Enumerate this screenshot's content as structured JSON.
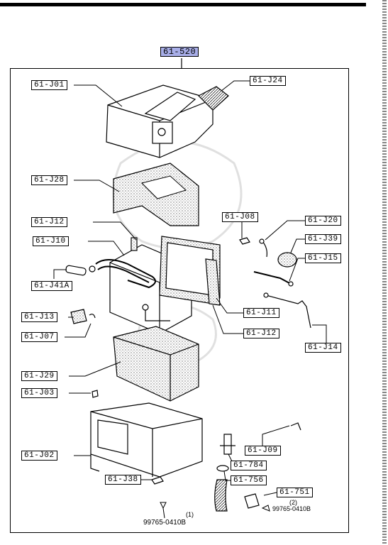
{
  "title_label": "61-520",
  "labels": {
    "j01": "61-J01",
    "j24": "61-J24",
    "j28": "61-J28",
    "j12a": "61-J12",
    "j10": "61-J10",
    "j41a": "61-J41A",
    "j13": "61-J13",
    "j07": "61-J07",
    "j08": "61-J08",
    "j20": "61-J20",
    "j39": "61-J39",
    "j15": "61-J15",
    "j11": "61-J11",
    "j12b": "61-J12",
    "j14": "61-J14",
    "j29": "61-J29",
    "j03": "61-J03",
    "j02": "61-J02",
    "j09": "61-J09",
    "p784": "61-784",
    "p756": "61-756",
    "p751": "61-751",
    "j38": "61-J38"
  },
  "notes": {
    "qty1": "(1)",
    "part1": "99765-0410B",
    "qty2": "(2)",
    "part2": "99765-0410B"
  },
  "colors": {
    "title_highlight": "#a8aee8"
  }
}
